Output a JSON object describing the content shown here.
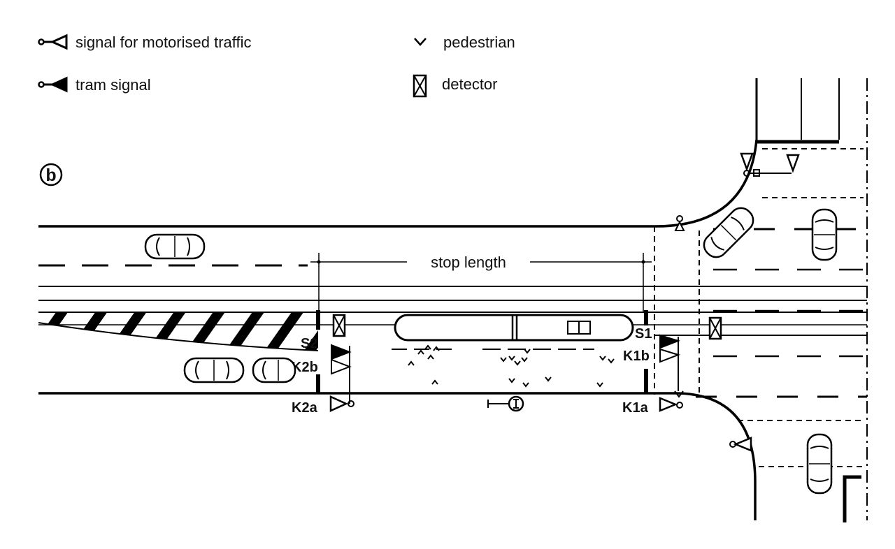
{
  "legend": {
    "motor_signal": "signal for motorised traffic",
    "tram_signal": "tram signal",
    "pedestrian": "pedestrian",
    "detector": "detector"
  },
  "panel_label": "b",
  "dimension": {
    "stop_length": "stop length"
  },
  "signals": {
    "S1": "S1",
    "S2": "S2",
    "K1a": "K1a",
    "K1b": "K1b",
    "K2a": "K2a",
    "K2b": "K2b"
  }
}
